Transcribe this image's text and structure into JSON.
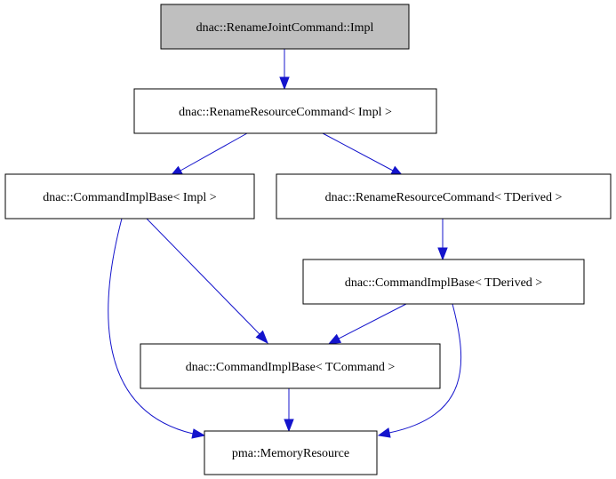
{
  "diagram": {
    "nodes": {
      "rename_joint_impl": "dnac::RenameJointCommand::Impl",
      "rename_resource_impl": "dnac::RenameResourceCommand< Impl >",
      "command_impl_base_impl": "dnac::CommandImplBase< Impl >",
      "rename_resource_tderived": "dnac::RenameResourceCommand< TDerived >",
      "command_impl_base_tderived": "dnac::CommandImplBase< TDerived >",
      "command_impl_base_tcommand": "dnac::CommandImplBase< TCommand >",
      "memory_resource": "pma::MemoryResource"
    },
    "colors": {
      "edge": "#1414cc",
      "highlight_fill": "#bfbfbf",
      "node_fill": "#ffffff",
      "border": "#000000"
    }
  }
}
